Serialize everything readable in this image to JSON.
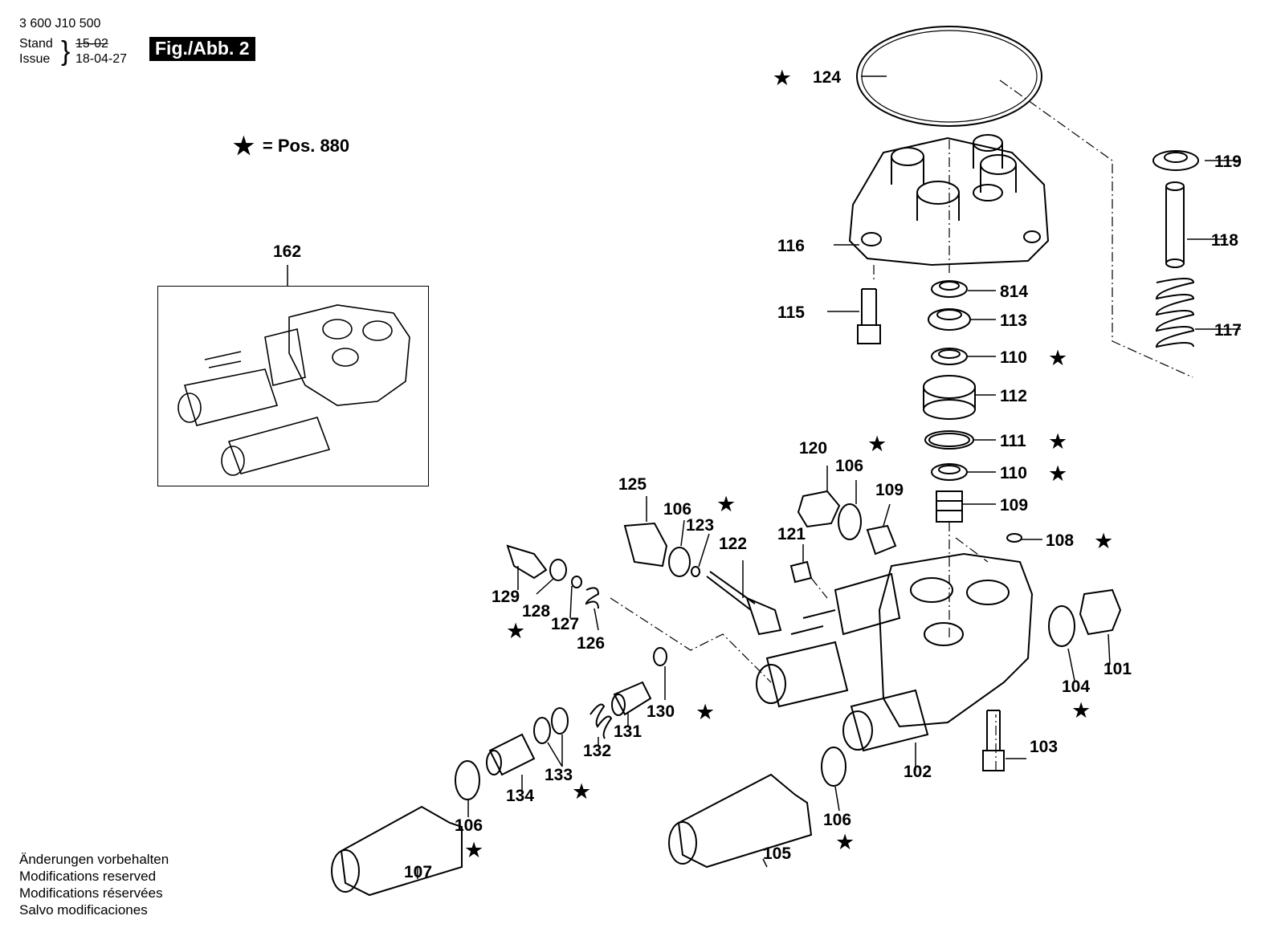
{
  "header": {
    "doc_number": "3 600 J10 500",
    "stand_label": "Stand",
    "issue_label": "Issue",
    "stand_value": "15-02",
    "issue_value": "18-04-27",
    "figure_label": "Fig./Abb. 2"
  },
  "legend": {
    "symbol": "★",
    "text": "= Pos. 880"
  },
  "inset": {
    "label": "162"
  },
  "notes": [
    "Änderungen vorbehalten",
    "Modifications reserved",
    "Modifications réservées",
    "Salvo modificaciones"
  ],
  "parts": [
    {
      "id": "124",
      "starred": true
    },
    {
      "id": "119",
      "starred": false
    },
    {
      "id": "118",
      "starred": false
    },
    {
      "id": "117",
      "starred": false
    },
    {
      "id": "116",
      "starred": false
    },
    {
      "id": "115",
      "starred": false
    },
    {
      "id": "814",
      "starred": false
    },
    {
      "id": "113",
      "starred": false
    },
    {
      "id": "110",
      "starred": true
    },
    {
      "id": "112",
      "starred": false
    },
    {
      "id": "111",
      "starred": true
    },
    {
      "id": "110",
      "starred": true
    },
    {
      "id": "109",
      "starred": false
    },
    {
      "id": "108",
      "starred": true
    },
    {
      "id": "120",
      "starred": false
    },
    {
      "id": "106",
      "starred": true
    },
    {
      "id": "109",
      "starred": false
    },
    {
      "id": "125",
      "starred": false
    },
    {
      "id": "106",
      "starred": true
    },
    {
      "id": "123",
      "starred": false
    },
    {
      "id": "122",
      "starred": false
    },
    {
      "id": "121",
      "starred": false
    },
    {
      "id": "129",
      "starred": false
    },
    {
      "id": "128",
      "starred": true
    },
    {
      "id": "127",
      "starred": false
    },
    {
      "id": "126",
      "starred": false
    },
    {
      "id": "130",
      "starred": true
    },
    {
      "id": "131",
      "starred": false
    },
    {
      "id": "132",
      "starred": false
    },
    {
      "id": "133",
      "starred": true
    },
    {
      "id": "134",
      "starred": false
    },
    {
      "id": "106",
      "starred": true
    },
    {
      "id": "107",
      "starred": false
    },
    {
      "id": "105",
      "starred": false
    },
    {
      "id": "106",
      "starred": true
    },
    {
      "id": "102",
      "starred": false
    },
    {
      "id": "103",
      "starred": false
    },
    {
      "id": "104",
      "starred": true
    },
    {
      "id": "101",
      "starred": false
    }
  ]
}
